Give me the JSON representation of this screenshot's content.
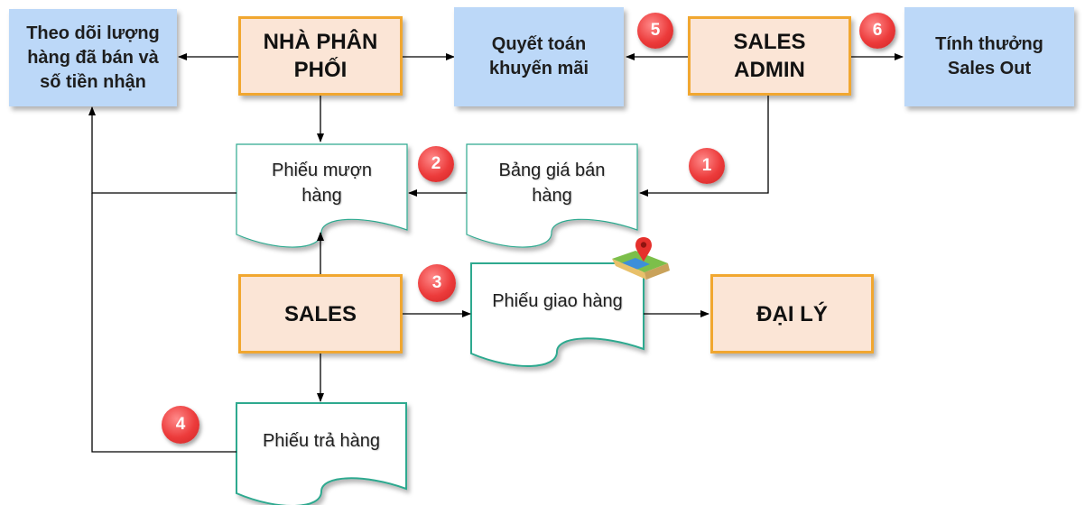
{
  "boxes": {
    "theo_doi": "Theo dõi lượng\nhàng đã bán và\nsố tiền nhận",
    "nha_phan_phoi": "NHÀ PHÂN\nPHỐI",
    "quyet_toan": "Quyết toán\nkhuyến mãi",
    "sales_admin": "SALES\nADMIN",
    "tinh_thuong": "Tính thưởng\nSales Out",
    "sales": "SALES",
    "dai_ly": "ĐẠI LÝ"
  },
  "documents": {
    "phieu_muon": "Phiếu mượn\nhàng",
    "bang_gia": "Bảng giá bán\nhàng",
    "phieu_giao": "Phiếu giao hàng",
    "phieu_tra": "Phiếu trả hàng"
  },
  "badges": [
    "1",
    "2",
    "3",
    "4",
    "5",
    "6"
  ],
  "icons": {
    "map_pin": "map-pin-icon"
  },
  "colors": {
    "blue_box": "#bcd8f8",
    "orange_fill": "#fbe5d6",
    "orange_border": "#f1a730",
    "doc_border": "#2fa98f",
    "badge": "#ec3b3b",
    "arrow": "#000000"
  }
}
